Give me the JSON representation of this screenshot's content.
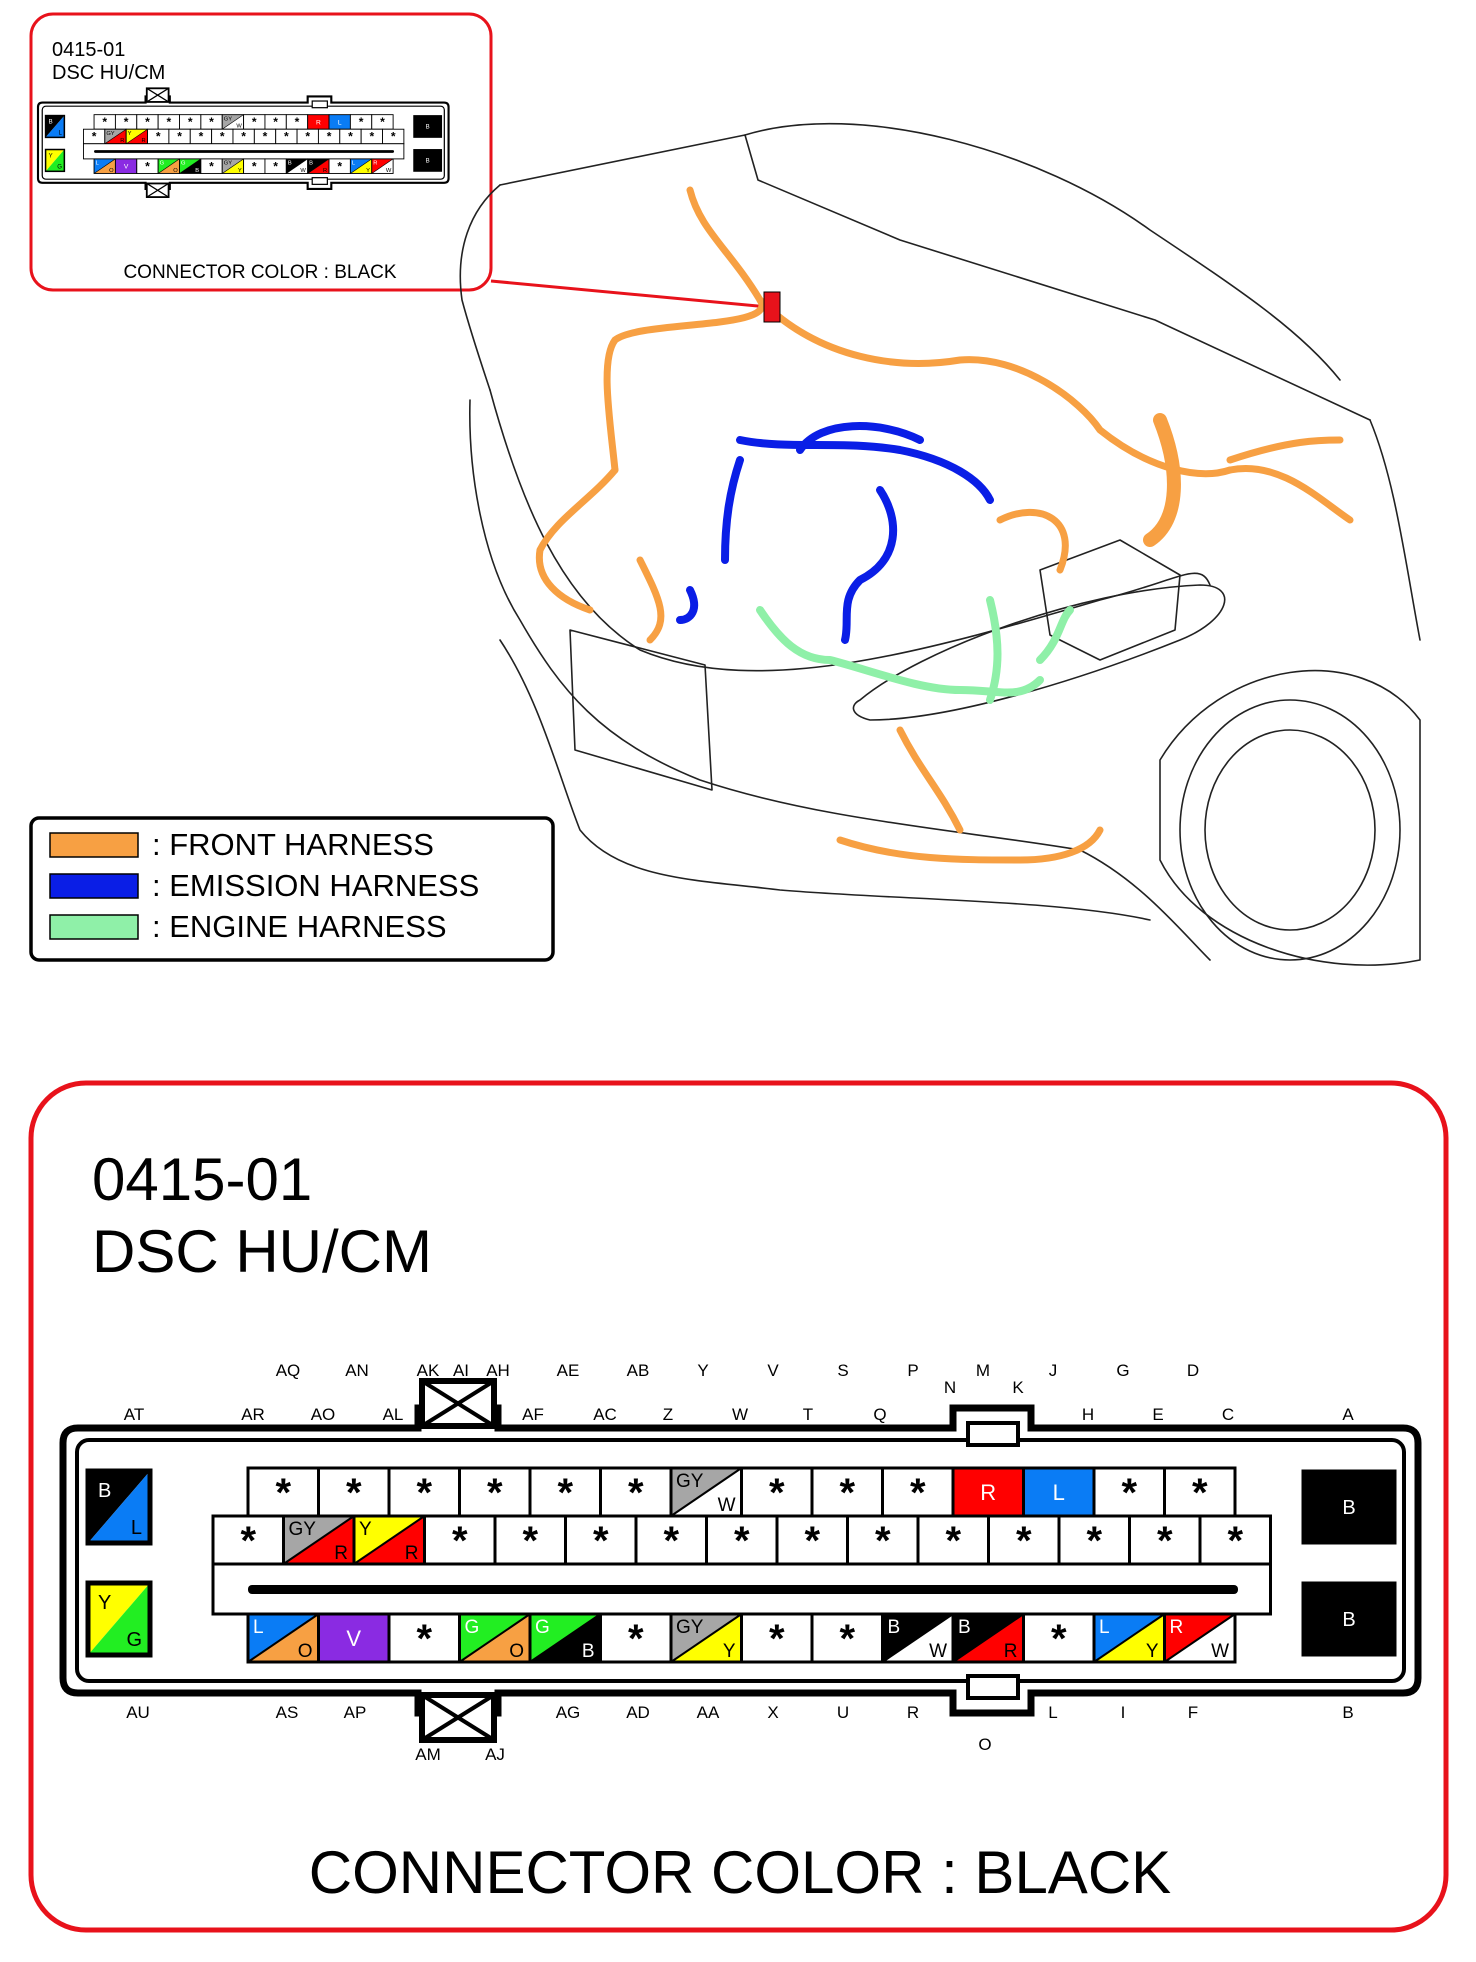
{
  "small_panel": {
    "code": "0415-01",
    "name": "DSC HU/CM",
    "connector_color": "CONNECTOR COLOR : BLACK"
  },
  "big_panel": {
    "code": "0415-01",
    "name": "DSC HU/CM",
    "connector_color": "CONNECTOR COLOR : BLACK"
  },
  "legend": [
    {
      "label": ": FRONT HARNESS",
      "color": "#F7A043"
    },
    {
      "label": ": EMISSION HARNESS",
      "color": "#0A1EE6"
    },
    {
      "label": ": ENGINE HARNESS",
      "color": "#8FF0A8"
    }
  ],
  "colors": {
    "R": "#FF0000",
    "L": "#0A7CF5",
    "GY": "#A6A6A6",
    "Y": "#FFFF00",
    "O": "#F7A043",
    "V": "#8A2BE2",
    "G": "#22EE22",
    "B": "#000000",
    "W": "#FFFFFF",
    "frame": "#E8121B"
  },
  "pin_labels": {
    "top_upper": [
      "AQ",
      "AN",
      "AK",
      "AI",
      "AH",
      "AE",
      "AB",
      "Y",
      "V",
      "S",
      "P",
      "M",
      "J",
      "G",
      "D"
    ],
    "top_mid": [
      "N",
      "K"
    ],
    "top_lower": [
      "AT",
      "AR",
      "AO",
      "AL",
      "AF",
      "AC",
      "Z",
      "W",
      "T",
      "Q",
      "H",
      "E",
      "C",
      "A"
    ],
    "bottom_upper": [
      "AU",
      "AS",
      "AP",
      "AG",
      "AD",
      "AA",
      "X",
      "U",
      "R",
      "L",
      "I",
      "F",
      "B"
    ],
    "bottom_lower": [
      "O",
      "AM",
      "AJ"
    ]
  },
  "connector": {
    "side_left_top": {
      "c1": "B",
      "c2": "L"
    },
    "side_left_bottom": {
      "c1": "Y",
      "c2": "G"
    },
    "side_right_top": "B",
    "side_right_bottom": "B",
    "row1": [
      {
        "t": "*"
      },
      {
        "t": "*"
      },
      {
        "t": "*"
      },
      {
        "t": "*"
      },
      {
        "t": "*"
      },
      {
        "t": "*"
      },
      {
        "c1": "GY",
        "c2": "W"
      },
      {
        "t": "*"
      },
      {
        "t": "*"
      },
      {
        "t": "*"
      },
      {
        "c": "R"
      },
      {
        "c": "L"
      },
      {
        "t": "*"
      },
      {
        "t": "*"
      }
    ],
    "row2": [
      {
        "t": "*"
      },
      {
        "c1": "GY",
        "c2": "R"
      },
      {
        "c1": "Y",
        "c2": "R"
      },
      {
        "t": "*"
      },
      {
        "t": "*"
      },
      {
        "t": "*"
      },
      {
        "t": "*"
      },
      {
        "t": "*"
      },
      {
        "t": "*"
      },
      {
        "t": "*"
      },
      {
        "t": "*"
      },
      {
        "t": "*"
      },
      {
        "t": "*"
      },
      {
        "t": "*"
      },
      {
        "t": "*"
      }
    ],
    "row3": [
      {
        "c1": "L",
        "c2": "O"
      },
      {
        "c": "V"
      },
      {
        "t": "*"
      },
      {
        "c1": "G",
        "c2": "O"
      },
      {
        "c1": "G",
        "c2": "B"
      },
      {
        "t": "*"
      },
      {
        "c1": "GY",
        "c2": "Y"
      },
      {
        "t": "*"
      },
      {
        "t": "*"
      },
      {
        "c1": "B",
        "c2": "W"
      },
      {
        "c1": "B",
        "c2": "R"
      },
      {
        "t": "*"
      },
      {
        "c1": "L",
        "c2": "Y"
      },
      {
        "c1": "R",
        "c2": "W"
      }
    ]
  }
}
